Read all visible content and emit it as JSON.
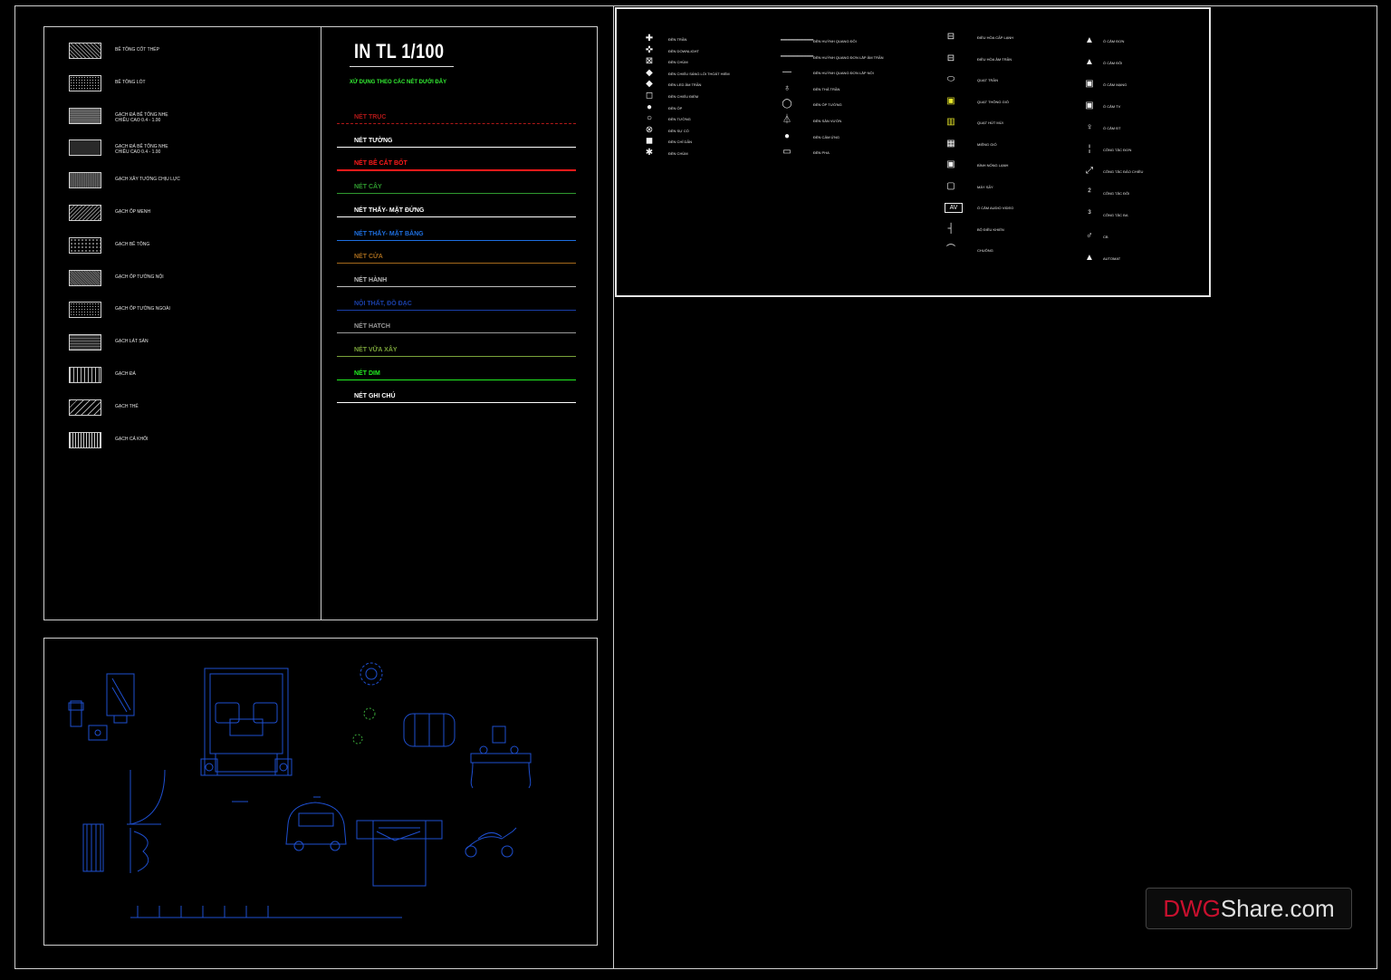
{
  "legend": {
    "title": "IN TL 1/100",
    "subtitle": "XỬ DỤNG THEO CÁC NÉT DƯỚI ĐÂY",
    "lines": [
      {
        "label": "NÉT TRỤC",
        "color": "#b01818"
      },
      {
        "label": "NÉT TƯỜNG",
        "color": "#ffffff"
      },
      {
        "label": "NÉT BÊ CẮT BỐT",
        "color": "#ff1a1a"
      },
      {
        "label": "NÉT CÂY",
        "color": "#2f9a2f"
      },
      {
        "label": "NÉT THẤY- MẶT ĐỨNG",
        "color": "#ffffff"
      },
      {
        "label": "NÉT THẤY- MẶT BẰNG",
        "color": "#1e6fe0"
      },
      {
        "label": "NÉT CỬA",
        "color": "#a56a1c"
      },
      {
        "label": "NÉT HÀNH",
        "color": "#bdbdbd"
      },
      {
        "label": "NỘI THẤT, ĐỒ ĐẠC",
        "color": "#1a3fa8"
      },
      {
        "label": "NÉT HATCH",
        "color": "#9a9a9a"
      },
      {
        "label": "NÉT VỮA XÂY",
        "color": "#7aa33a"
      },
      {
        "label": "NÉT DIM",
        "color": "#22ee22"
      },
      {
        "label": "NÉT GHI CHÚ",
        "color": "#ffffff"
      }
    ]
  },
  "hatches": [
    {
      "label": "BÊ TÔNG CỐT THÉP"
    },
    {
      "label": "BÊ TÔNG LÓT"
    },
    {
      "label": "GẠCH ĐÁ BÊ TÔNG NHẸ",
      "sub": "CHIỀU CAO 0.4 - 1.00"
    },
    {
      "label": "GẠCH ĐÁ BÊ TÔNG NHẸ",
      "sub": "CHIỀU CAO 0.4 - 1.00"
    },
    {
      "label": "GẠCH XÂY TƯỜNG CHỊU LỰC"
    },
    {
      "label": "GẠCH ỐP MENH"
    },
    {
      "label": "GẠCH BÊ TÔNG"
    },
    {
      "label": "GẠCH ỐP TƯỜNG NỘI"
    },
    {
      "label": "GẠCH ỐP TƯỜNG NGOÀI"
    },
    {
      "label": "GẠCH LÁT SÀN"
    },
    {
      "label": "GẠCH ĐÁ"
    },
    {
      "label": "GẠCH THẺ"
    },
    {
      "label": "GẠCH CẢ KHỐI"
    }
  ],
  "symbols": {
    "col1": [
      "ĐÈN TRẦN",
      "ĐÈN DOWNLIGHT",
      "ĐÈN CHÙM",
      "ĐÈN CHIẾU SÁNG LỐI THOÁT HIỂM",
      "ĐÈN LED ÂM TRẦN",
      "ĐÈN CHIẾU ĐIỂM",
      "ĐÈN ỐP",
      "ĐÈN TƯỜNG",
      "ĐÈN SỰ CỐ",
      "ĐÈN CHỈ DẪN",
      "ĐÈN CHÙM"
    ],
    "col2": [
      "ĐÈN HUỲNH QUANG ĐÔI",
      "ĐÈN HUỲNH QUANG ĐƠN LẮP ÂM TRẦN",
      "ĐÈN HUỲNH QUANG ĐƠN LẮP NỔI",
      "ĐÈN THẢ TRẦN",
      "ĐÈN ỐP TƯỜNG",
      "ĐÈN SÂN VƯỜN",
      "ĐÈN CẢM ỨNG",
      "ĐÈN PHA"
    ],
    "col3": [
      "ĐIỀU HÒA CẤP LẠNH",
      "ĐIỀU HÒA ÂM TRẦN",
      "QUẠT TRẦN",
      "QUẠT THÔNG GIÓ",
      "QUẠT HÚT MÙI",
      "MIỆNG GIÓ",
      "BÌNH NÓNG LẠNH",
      "MÁY SẤY",
      "Ổ CẮM AUDIO VIDEO",
      "BỘ ĐIỀU KHIỂN",
      "CHUÔNG"
    ],
    "col4": [
      "Ổ CẮM ĐƠN",
      "Ổ CẮM ĐÔI",
      "Ổ CẮM MẠNG",
      "Ổ CẮM TV",
      "Ổ CẮM ĐT",
      "CÔNG TẮC ĐƠN",
      "CÔNG TẮC ĐẢO CHIỀU",
      "CÔNG TẮC ĐÔI",
      "CÔNG TẮC BA",
      "CB",
      "AUTOMAT"
    ],
    "av_label": "AV"
  },
  "watermark": {
    "brand_red": "DWG",
    "brand_white": "Share.com"
  }
}
